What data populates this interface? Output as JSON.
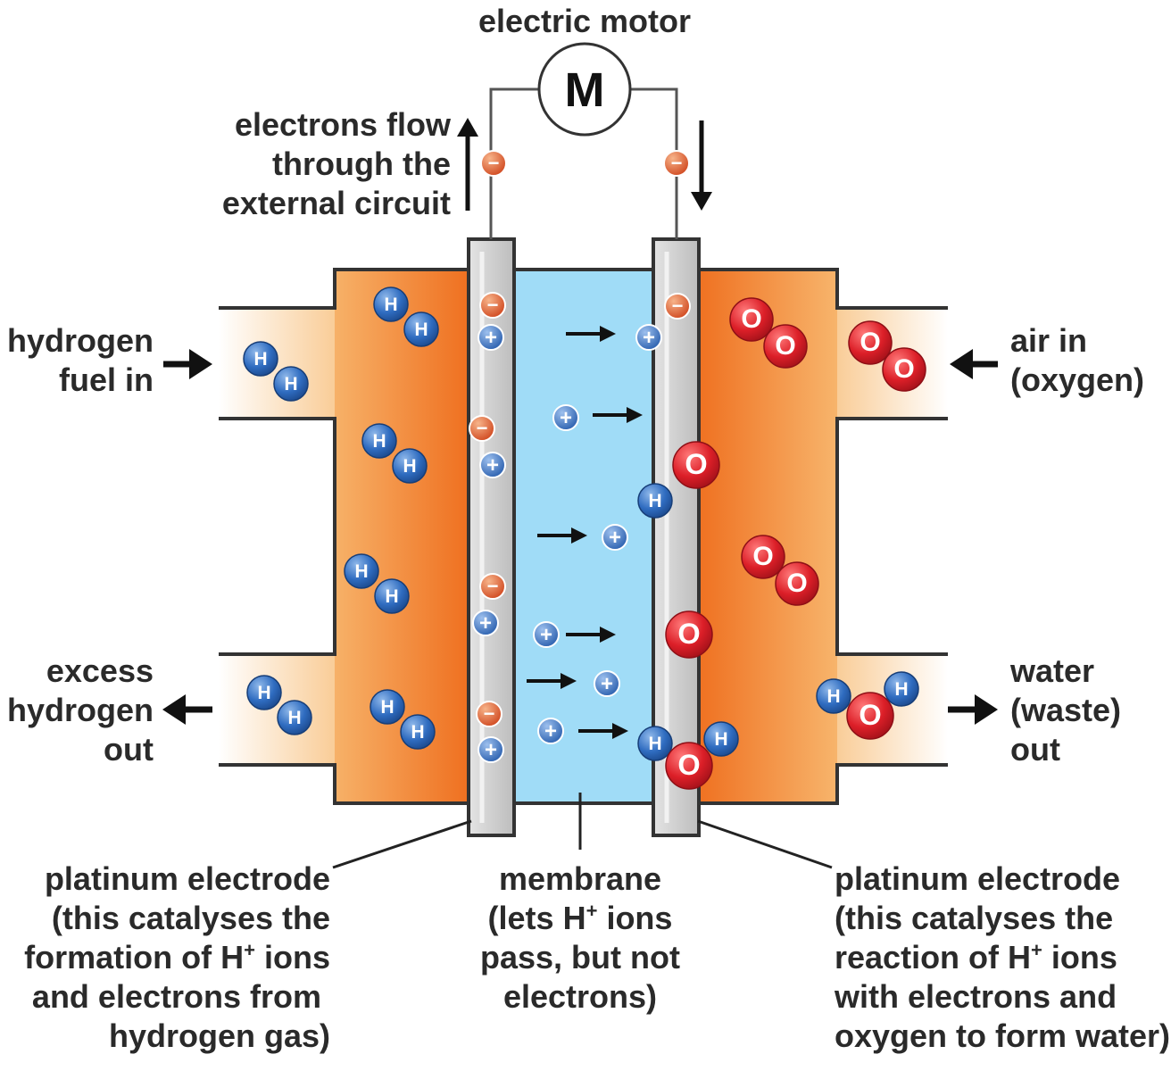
{
  "labels": {
    "motor_title": "electric motor",
    "motor_symbol": "M",
    "electron_flow": [
      "electrons flow",
      "through the",
      "external circuit"
    ],
    "hydrogen_in": [
      "hydrogen",
      "fuel in"
    ],
    "hydrogen_out": [
      "excess",
      "hydrogen",
      "out"
    ],
    "air_in": [
      "air in",
      "(oxygen)"
    ],
    "water_out": [
      "water",
      "(waste)",
      "out"
    ],
    "anode": [
      "platinum electrode",
      "(this catalyses the",
      "formation of H",
      "+",
      " ions",
      "and electrons from",
      "hydrogen gas)"
    ],
    "membrane": [
      "membrane",
      "(lets H",
      "+",
      " ions",
      "pass, but not",
      "electrons)"
    ],
    "cathode": [
      "platinum electrode",
      "(this catalyses the",
      "reaction of H",
      "+",
      " ions",
      "with electrons and",
      "oxygen to form water)"
    ]
  },
  "particles": {
    "hydrogen_atom": "H",
    "oxygen_atom": "O",
    "positive_ion": "+",
    "electron": "−"
  },
  "colors": {
    "chamber_orange": "#f07a2a",
    "chamber_light": "#fde3c4",
    "membrane_blue": "#9fdcf7",
    "electrode_grey": "#cfcfcf",
    "hydrogen_blue": "#2f6cc0",
    "oxygen_red": "#d9202a",
    "electron_orange": "#d9502a"
  }
}
